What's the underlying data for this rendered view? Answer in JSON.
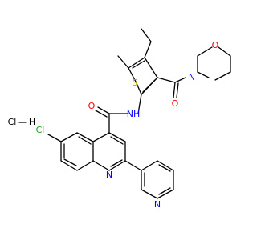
{
  "molecule": {
    "salt": {
      "label": "HCl",
      "bond_symbol": "H",
      "cl_label": "Cl",
      "color": "#000000"
    },
    "atoms": {
      "cl_ring": {
        "label": "Cl",
        "color": "#1a9e1a"
      },
      "n_amide": {
        "label": "NH",
        "color": "#0000ff"
      },
      "o_amide": {
        "label": "O",
        "color": "#ff0000"
      },
      "s_thiophene": {
        "label": "S",
        "color": "#b8a000"
      },
      "o_carbonyl": {
        "label": "O",
        "color": "#ff0000"
      },
      "n_morpholine": {
        "label": "N",
        "color": "#0000ff"
      },
      "o_morpholine": {
        "label": "O",
        "color": "#ff0000"
      },
      "n_quinoline": {
        "label": "N",
        "color": "#0000ff"
      },
      "n_pyridine": {
        "label": "N",
        "color": "#0000ff"
      }
    }
  }
}
